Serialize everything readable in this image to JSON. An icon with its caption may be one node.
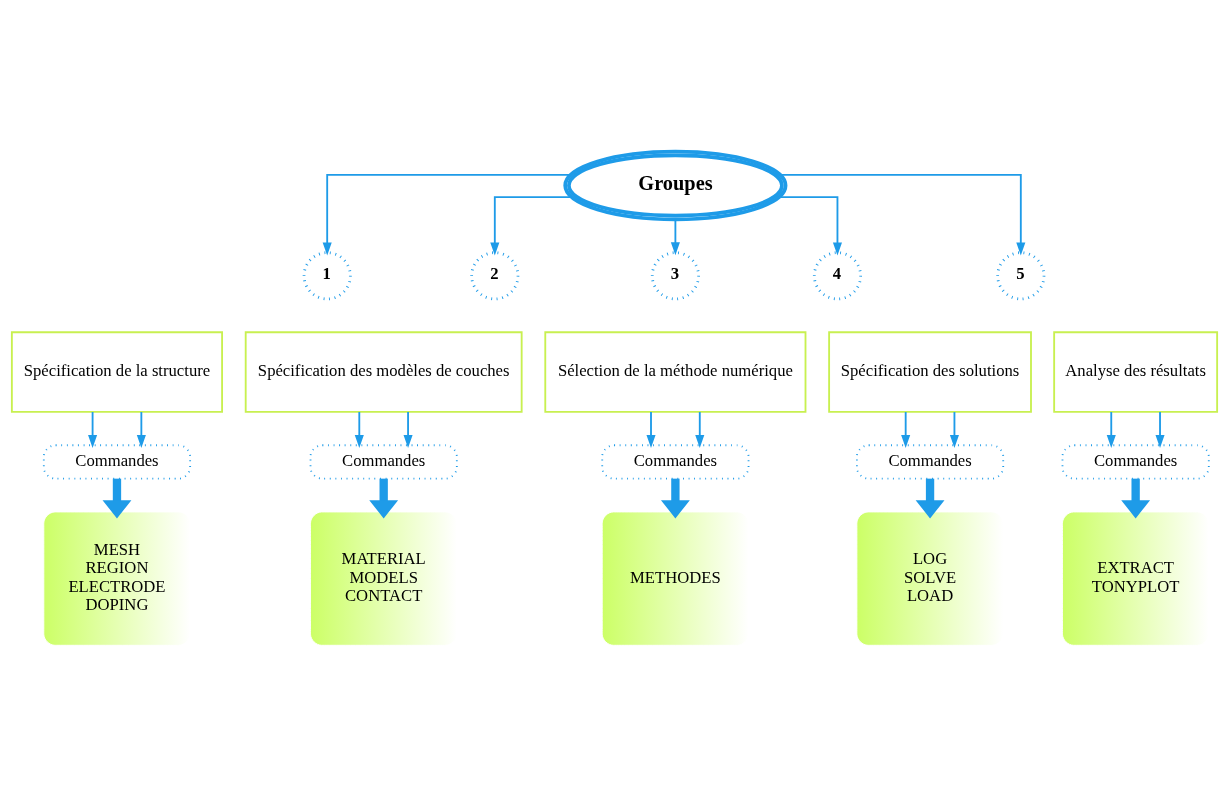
{
  "diagram": {
    "nodes": [
      {
        "text": [
          "Groupes"
        ]
      },
      {
        "text": [
          "1"
        ]
      },
      {
        "text": [
          "Spécification de la structure"
        ]
      },
      {
        "text": [
          "Commandes"
        ]
      },
      {
        "text": [
          "MESH",
          "REGION",
          "ELECTRODE",
          "DOPING"
        ]
      },
      {
        "text": [
          "2"
        ]
      },
      {
        "text": [
          "Spécification des modèles de couches"
        ]
      },
      {
        "text": [
          "Commandes"
        ]
      },
      {
        "text": [
          "MATERIAL",
          "MODELS",
          "CONTACT"
        ]
      },
      {
        "text": [
          "3"
        ]
      },
      {
        "text": [
          "Sélection de la méthode numérique"
        ]
      },
      {
        "text": [
          "Commandes"
        ]
      },
      {
        "text": [
          "METHODES"
        ]
      },
      {
        "text": [
          "4"
        ]
      },
      {
        "text": [
          "Spécification des solutions"
        ]
      },
      {
        "text": [
          "Commandes"
        ]
      },
      {
        "text": [
          "LOG",
          "SOLVE",
          "LOAD"
        ]
      },
      {
        "text": [
          "5"
        ]
      },
      {
        "text": [
          "Analyse des résultats"
        ]
      },
      {
        "text": [
          "Commandes"
        ]
      },
      {
        "text": [
          "EXTRACT",
          "TONYPLOT"
        ]
      }
    ],
    "edges": [
      {
        "from": 0,
        "to": 1,
        "arrow": "to"
      },
      {
        "from": 0,
        "to": 5,
        "arrow": "to"
      },
      {
        "from": 0,
        "to": 9,
        "arrow": "to"
      },
      {
        "from": 0,
        "to": 13,
        "arrow": "to"
      },
      {
        "from": 0,
        "to": 17,
        "arrow": "to"
      },
      {
        "from": 2,
        "to": 3,
        "arrow": "to"
      },
      {
        "from": 2,
        "to": 3,
        "arrow": "to"
      },
      {
        "from": 3,
        "to": 4,
        "arrow": "to",
        "style": "thick"
      },
      {
        "from": 6,
        "to": 7,
        "arrow": "to"
      },
      {
        "from": 6,
        "to": 7,
        "arrow": "to"
      },
      {
        "from": 7,
        "to": 8,
        "arrow": "to",
        "style": "thick"
      },
      {
        "from": 10,
        "to": 11,
        "arrow": "to"
      },
      {
        "from": 10,
        "to": 11,
        "arrow": "to"
      },
      {
        "from": 11,
        "to": 12,
        "arrow": "to",
        "style": "thick"
      },
      {
        "from": 14,
        "to": 15,
        "arrow": "to"
      },
      {
        "from": 14,
        "to": 15,
        "arrow": "to"
      },
      {
        "from": 15,
        "to": 16,
        "arrow": "to",
        "style": "thick"
      },
      {
        "from": 18,
        "to": 19,
        "arrow": "to"
      },
      {
        "from": 18,
        "to": 19,
        "arrow": "to"
      },
      {
        "from": 19,
        "to": 20,
        "arrow": "to",
        "style": "thick"
      }
    ]
  }
}
